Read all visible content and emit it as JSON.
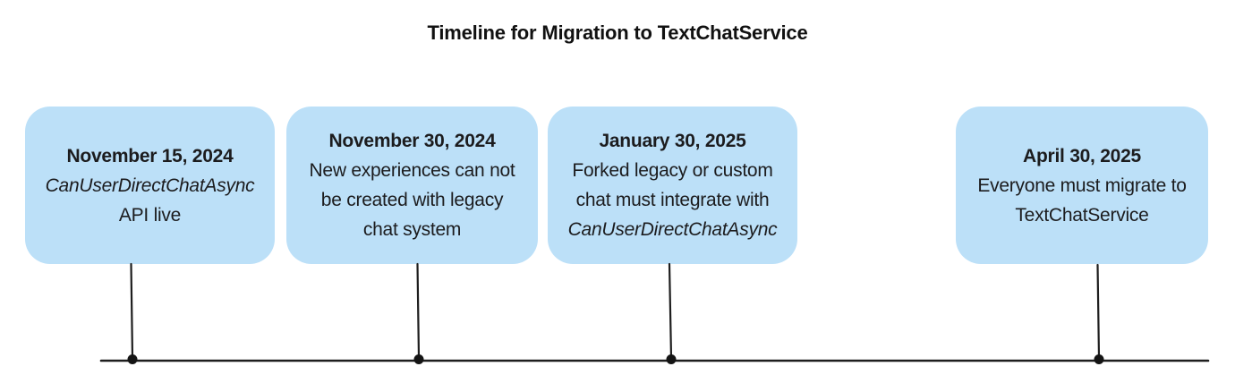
{
  "title": "Timeline for Migration to TextChatService",
  "theme": {
    "card_fill": "#BCE0F8",
    "text_color": "#1C1C1E",
    "line_color": "#1E1E1E",
    "title_color": "#111111"
  },
  "milestones": [
    {
      "date": "November 15, 2024",
      "lines": [
        "CanUserDirectChatAsync",
        "API live"
      ],
      "italic_lines": [
        0
      ]
    },
    {
      "date": "November 30, 2024",
      "lines": [
        "New experiences can not",
        "be created with legacy",
        "chat system"
      ],
      "italic_lines": []
    },
    {
      "date": "January 30, 2025",
      "lines": [
        "Forked legacy or custom",
        "chat must integrate with",
        "CanUserDirectChatAsync"
      ],
      "italic_lines": [
        2
      ]
    },
    {
      "date": "April 30, 2025",
      "lines": [
        "Everyone must migrate to",
        "TextChatService"
      ],
      "italic_lines": []
    }
  ]
}
